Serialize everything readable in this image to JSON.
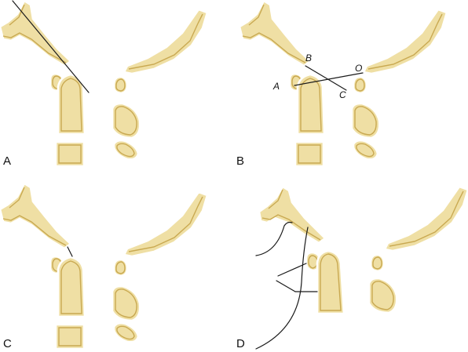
{
  "panels": [
    {
      "id": "A",
      "label": "A"
    },
    {
      "id": "B",
      "label": "B",
      "points": [
        "B",
        "O",
        "A",
        "C"
      ]
    },
    {
      "id": "C",
      "label": "C"
    },
    {
      "id": "D",
      "label": "D"
    }
  ],
  "colors": {
    "bone_fill": "#efdfa4",
    "bone_rim": "#c9a951",
    "line": "#1a1a1a",
    "background": "#ffffff"
  }
}
